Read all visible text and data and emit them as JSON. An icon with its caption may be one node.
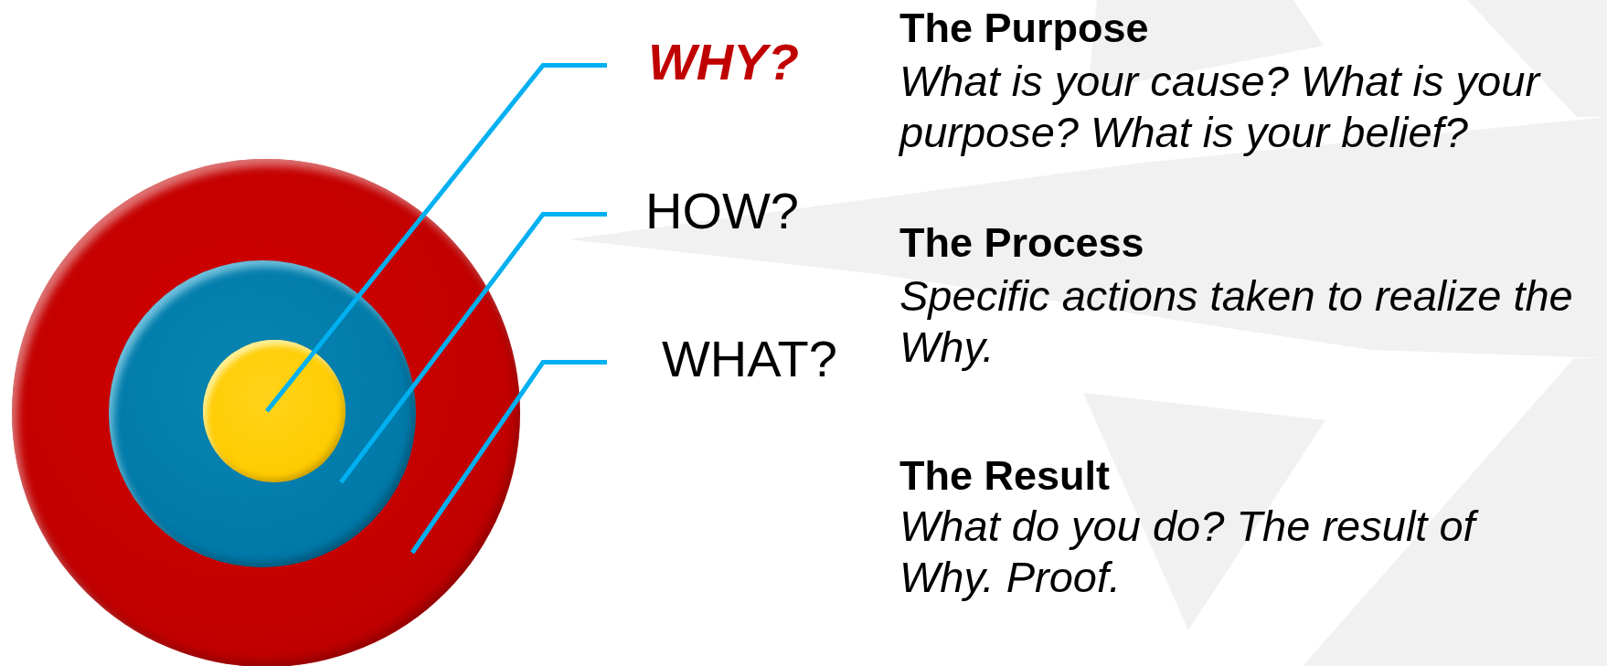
{
  "diagram": {
    "nodes": [
      {
        "text": [],
        "shape": "circle"
      },
      {
        "text": [],
        "shape": "circle",
        "in": 0
      },
      {
        "text": [],
        "shape": "circle",
        "in": 1
      },
      {
        "text": [
          "WHY?"
        ]
      },
      {
        "text": [
          "HOW?"
        ]
      },
      {
        "text": [
          "WHAT?"
        ]
      }
    ],
    "edges": [
      {
        "from": 3,
        "to": 2,
        "arrow": "none"
      },
      {
        "from": 4,
        "to": 1,
        "arrow": "none"
      },
      {
        "from": 5,
        "to": 0,
        "arrow": "none"
      }
    ],
    "labels": [
      "The Purpose",
      "What is your cause? What is your purpose? What is your belief?",
      "The Process",
      "Specific actions taken to realize the Why.",
      "The Result",
      "What do you do? The result of Why. Proof."
    ]
  }
}
